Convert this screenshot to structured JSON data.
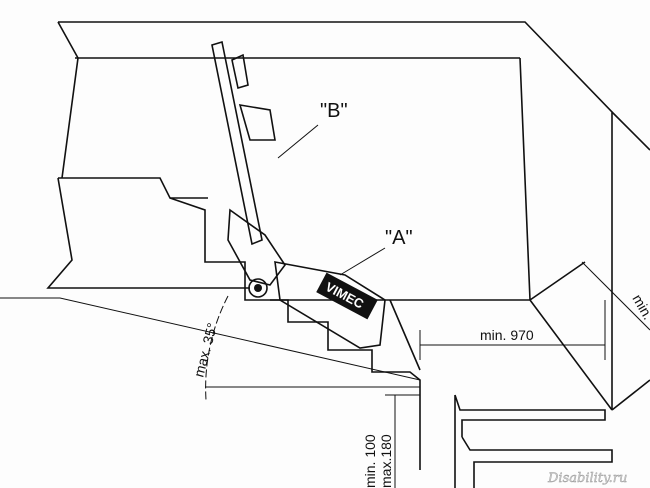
{
  "labels": {
    "part_b": "\"B\"",
    "part_a": "\"A\"",
    "angle": "max. 35°",
    "landing_width": "min. 970",
    "right_dimension": "min.",
    "step_min": "min. 100",
    "step_max": "max.180",
    "brand": "VIMEC",
    "watermark": "Disability.ru"
  }
}
